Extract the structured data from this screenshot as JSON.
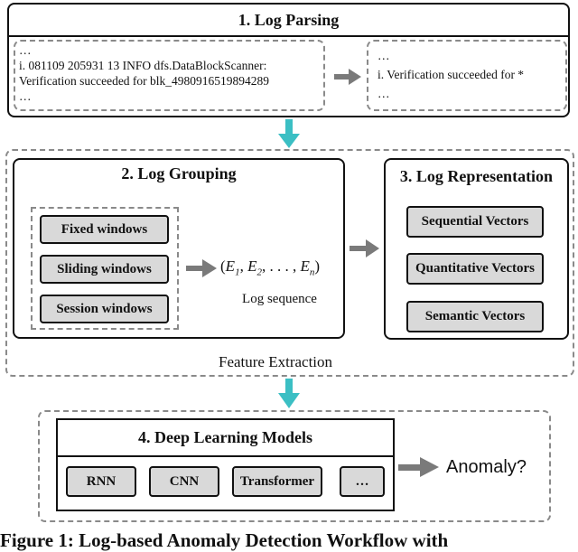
{
  "log_parsing": {
    "title": "1. Log Parsing",
    "raw_log": {
      "line1": "…",
      "line2": "i. 081109 205931 13 INFO dfs.DataBlockScanner:",
      "line3": "Verification succeeded for blk_4980916519894289",
      "line4": "…"
    },
    "template": {
      "line1": "…",
      "line2": "i. Verification succeeded for *",
      "line3": "…"
    }
  },
  "feature_extraction": {
    "label": "Feature Extraction",
    "log_grouping": {
      "title": "2. Log Grouping",
      "windows": [
        "Fixed windows",
        "Sliding windows",
        "Session windows"
      ],
      "sequence_formula": "(E1, E2, ..., En)",
      "sequence_label": "Log sequence"
    },
    "log_representation": {
      "title": "3. Log Representation",
      "vectors": [
        "Sequential Vectors",
        "Quantitative Vectors",
        "Semantic Vectors"
      ]
    }
  },
  "deep_learning": {
    "title": "4. Deep Learning Models",
    "models": [
      "RNN",
      "CNN",
      "Transformer",
      "…"
    ],
    "output": "Anomaly?"
  },
  "caption": {
    "text": "Figure 1: Log-based Anomaly Detection Workflow with"
  },
  "colors": {
    "teal_arrow": "#3bbfc4",
    "grey_arrow": "#7a7a7a",
    "pill_fill": "#d9d9d9",
    "dashed_border": "#8a8a8a"
  }
}
